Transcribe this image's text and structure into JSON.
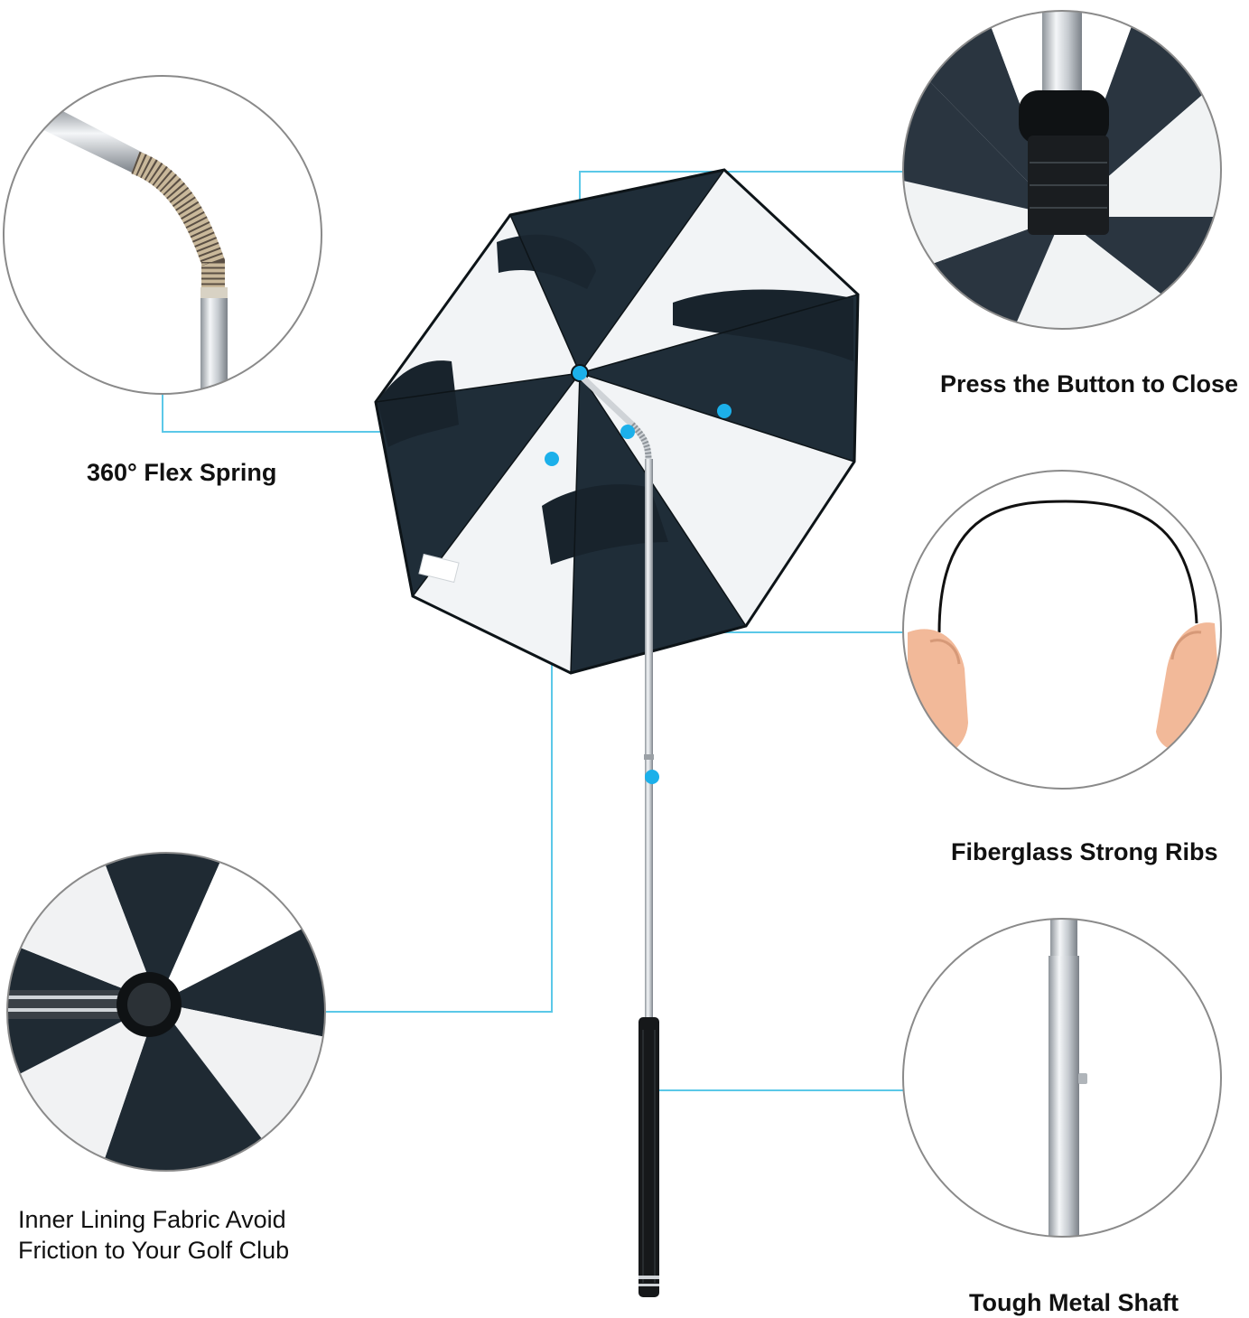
{
  "labels": {
    "flex_spring": "360° Flex Spring",
    "press_button": "Press the Button to Close",
    "fiberglass_ribs": "Fiberglass Strong Ribs",
    "inner_lining_line1": "Inner Lining Fabric Avoid",
    "inner_lining_line2": "Friction to Your Golf Club",
    "metal_shaft": "Tough Metal Shaft"
  },
  "colors": {
    "canopy_dark": "#1f2d38",
    "canopy_light": "#f2f4f6",
    "callout_line": "#5bc8e8",
    "callout_dot": "#1cb0ea",
    "circle_border": "#8a8a8a",
    "shaft_metal": "#b9bec3",
    "grip": "#16181a",
    "skin": "#f2b999"
  },
  "icons": {
    "flex_spring_detail": "spring-icon",
    "button_detail": "button-icon",
    "ribs_detail": "bent-rib-icon",
    "lining_detail": "lining-icon",
    "shaft_detail": "shaft-icon"
  }
}
